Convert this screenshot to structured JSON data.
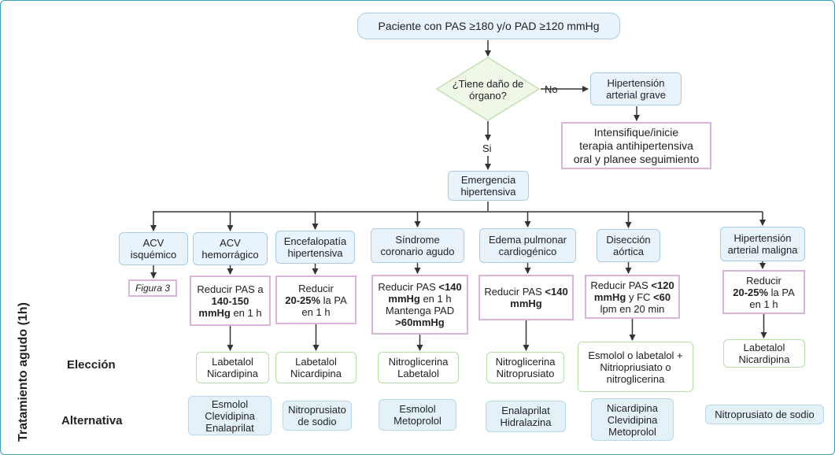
{
  "top": "Paciente con PAS ≥180 y/o PAD ≥120 mmHg",
  "decision": [
    "¿Tiene daño de",
    "órgano?"
  ],
  "no_label": "No",
  "si_label": "Si",
  "severe": [
    "Hipertensión",
    "arterial grave"
  ],
  "oral": [
    "Intensifique/inicie",
    "terapia antihipertensiva",
    "oral y planee seguimiento"
  ],
  "emergency": [
    "Emergencia",
    "hipertensiva"
  ],
  "side_label": "Tratamiento agudo (1h)",
  "row_labels": {
    "eleccion": "Elección",
    "alternativa": "Alternativa"
  },
  "figure_ref": "Figura 3",
  "columns": [
    {
      "name": [
        "ACV",
        "isquémico"
      ]
    },
    {
      "name": [
        "ACV",
        "hemorrágico"
      ],
      "target": [
        [
          {
            "t": "Reducir PAS a"
          }
        ],
        [
          {
            "t": "140-150",
            "b": true
          }
        ],
        [
          {
            "t": "mmHg",
            "b": true
          },
          {
            "t": " en 1 h"
          }
        ]
      ],
      "choice": [
        "Labetalol",
        "Nicardipina"
      ],
      "alternative": [
        "Esmolol",
        "Clevidipina",
        "Enalaprilat"
      ]
    },
    {
      "name": [
        "Encefalopatía",
        "hipertensiva"
      ],
      "target": [
        [
          {
            "t": "Reducir"
          }
        ],
        [
          {
            "t": "20-25%",
            "b": true
          },
          {
            "t": " la PA"
          }
        ],
        [
          {
            "t": "en 1 h"
          }
        ]
      ],
      "choice": [
        "Labetalol",
        "Nicardipina"
      ],
      "alternative": [
        "Nitroprusiato",
        "de sodio"
      ]
    },
    {
      "name": [
        "Síndrome",
        "coronario agudo"
      ],
      "target": [
        [
          {
            "t": "Reducir PAS "
          },
          {
            "t": "<140",
            "b": true
          }
        ],
        [
          {
            "t": "mmHg",
            "b": true
          },
          {
            "t": " en 1 h"
          }
        ],
        [
          {
            "t": "Mantenga PAD"
          }
        ],
        [
          {
            "t": ">60mmHg",
            "b": true
          }
        ]
      ],
      "choice": [
        "Nitroglicerina",
        "Labetalol"
      ],
      "alternative": [
        "Esmolol",
        "Metoprolol"
      ]
    },
    {
      "name": [
        "Edema pulmonar",
        "cardiogénico"
      ],
      "target": [
        [
          {
            "t": "Reducir PAS "
          },
          {
            "t": "<140",
            "b": true
          }
        ],
        [
          {
            "t": "mmHg",
            "b": true
          }
        ]
      ],
      "choice": [
        "Nitroglicerina",
        "Nitroprusiato"
      ],
      "alternative": [
        "Enalaprilat",
        "Hidralazina"
      ]
    },
    {
      "name": [
        "Disección",
        "aórtica"
      ],
      "target": [
        [
          {
            "t": "Reducir PAS "
          },
          {
            "t": "<120",
            "b": true
          }
        ],
        [
          {
            "t": "mmHg",
            "b": true
          },
          {
            "t": " y FC "
          },
          {
            "t": "<60",
            "b": true
          }
        ],
        [
          {
            "t": "lpm en 20 min"
          }
        ]
      ],
      "choice": [
        "Esmolol o labetalol +",
        "Nitriopriusiato o",
        "nitroglicerina"
      ],
      "alternative": [
        "Nicardipina",
        "Clevidipina",
        "Metoprolol"
      ]
    },
    {
      "name": [
        "Hipertensión",
        "arterial maligna"
      ],
      "target": [
        [
          {
            "t": "Reducir"
          }
        ],
        [
          {
            "t": "20-25%",
            "b": true
          },
          {
            "t": " la PA"
          }
        ],
        [
          {
            "t": "en 1 h"
          }
        ]
      ],
      "choice": [
        "Labetalol",
        "Nicardipina"
      ],
      "alternative": [
        "Nitroprusiato de sodio"
      ]
    }
  ],
  "colors": {
    "line": "#333333",
    "blue_fill": "#e9f3fb",
    "pink_border": "#d9b6d9",
    "green_border": "#b9dea6",
    "diamond_fill": "#eef7e8",
    "diamond_border": "#c3e0b3"
  }
}
